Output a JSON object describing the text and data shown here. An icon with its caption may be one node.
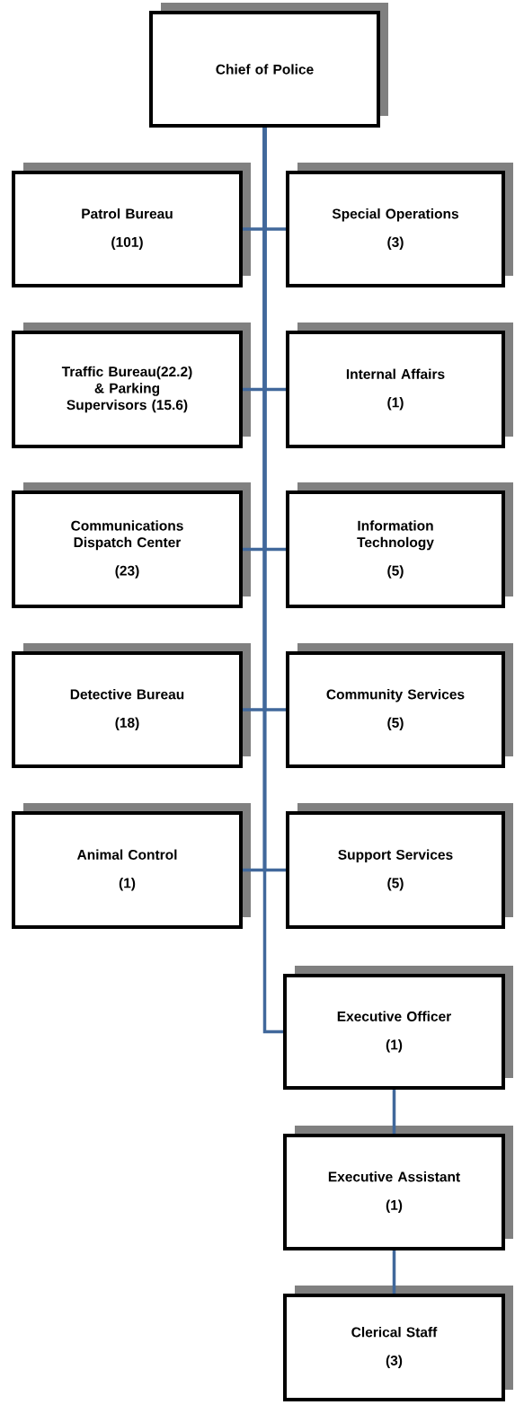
{
  "diagram": {
    "nodes": [
      {
        "text": [
          "Chief of Police"
        ]
      },
      {
        "text": [
          "Patrol Bureau",
          "(101)"
        ]
      },
      {
        "text": [
          "Special Operations",
          "(3)"
        ]
      },
      {
        "text": [
          "Traffic Bureau(22.2) & Parking Supervisors (15.6)"
        ]
      },
      {
        "text": [
          "Internal Affairs",
          "(1)"
        ]
      },
      {
        "text": [
          "Communications Dispatch Center",
          "(23)"
        ]
      },
      {
        "text": [
          "Information Technology",
          "(5)"
        ]
      },
      {
        "text": [
          "Detective Bureau",
          "(18)"
        ]
      },
      {
        "text": [
          "Community Services",
          "(5)"
        ]
      },
      {
        "text": [
          "Animal Control",
          "(1)"
        ]
      },
      {
        "text": [
          "Support Services",
          "(5)"
        ]
      },
      {
        "text": [
          "Executive Officer",
          "(1)"
        ]
      },
      {
        "text": [
          "Executive Assistant",
          "(1)"
        ]
      },
      {
        "text": [
          "Clerical Staff",
          "(3)"
        ]
      }
    ],
    "edges": [
      {
        "from": 0,
        "to": 1,
        "arrow": "none"
      },
      {
        "from": 0,
        "to": 2,
        "arrow": "none"
      },
      {
        "from": 0,
        "to": 3,
        "arrow": "none"
      },
      {
        "from": 0,
        "to": 4,
        "arrow": "none"
      },
      {
        "from": 0,
        "to": 5,
        "arrow": "none"
      },
      {
        "from": 0,
        "to": 6,
        "arrow": "none"
      },
      {
        "from": 0,
        "to": 7,
        "arrow": "none"
      },
      {
        "from": 0,
        "to": 8,
        "arrow": "none"
      },
      {
        "from": 0,
        "to": 9,
        "arrow": "none"
      },
      {
        "from": 0,
        "to": 10,
        "arrow": "none"
      },
      {
        "from": 0,
        "to": 11,
        "arrow": "none"
      },
      {
        "from": 11,
        "to": 12,
        "arrow": "none"
      },
      {
        "from": 12,
        "to": 13,
        "arrow": "none"
      }
    ]
  }
}
